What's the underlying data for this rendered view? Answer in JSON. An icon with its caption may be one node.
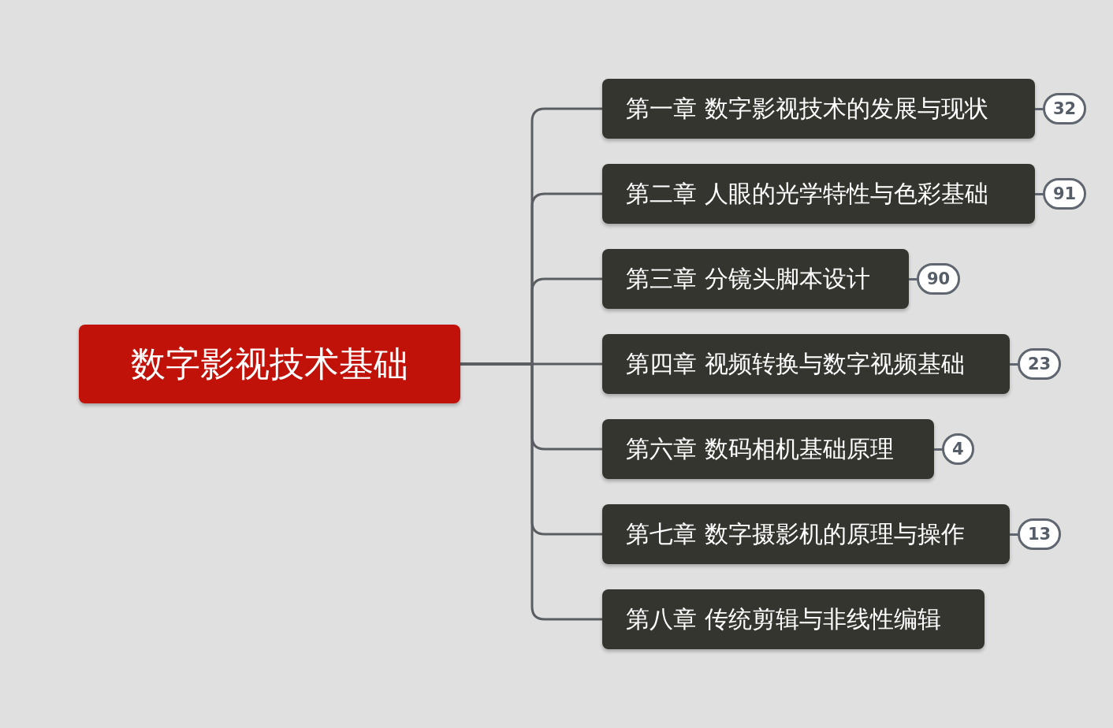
{
  "diagram": {
    "nodes": [
      {
        "text": [
          "数字影视技术基础"
        ]
      },
      {
        "text": [
          "第一章 数字影视技术的发展与现状"
        ],
        "beside": [
          "32"
        ]
      },
      {
        "text": [
          "第二章 人眼的光学特性与色彩基础"
        ],
        "beside": [
          "91"
        ]
      },
      {
        "text": [
          "第三章 分镜头脚本设计"
        ],
        "beside": [
          "90"
        ]
      },
      {
        "text": [
          "第四章 视频转换与数字视频基础"
        ],
        "beside": [
          "23"
        ]
      },
      {
        "text": [
          "第六章 数码相机基础原理"
        ],
        "beside": [
          "4"
        ]
      },
      {
        "text": [
          "第七章 数字摄影机的原理与操作"
        ],
        "beside": [
          "13"
        ]
      },
      {
        "text": [
          "第八章 传统剪辑与非线性编辑"
        ]
      }
    ],
    "edges": [
      {
        "from": 0,
        "to": 1,
        "arrow": "none"
      },
      {
        "from": 0,
        "to": 2,
        "arrow": "none"
      },
      {
        "from": 0,
        "to": 3,
        "arrow": "none"
      },
      {
        "from": 0,
        "to": 4,
        "arrow": "none"
      },
      {
        "from": 0,
        "to": 5,
        "arrow": "none"
      },
      {
        "from": 0,
        "to": 6,
        "arrow": "none"
      },
      {
        "from": 0,
        "to": 7,
        "arrow": "none"
      }
    ]
  }
}
